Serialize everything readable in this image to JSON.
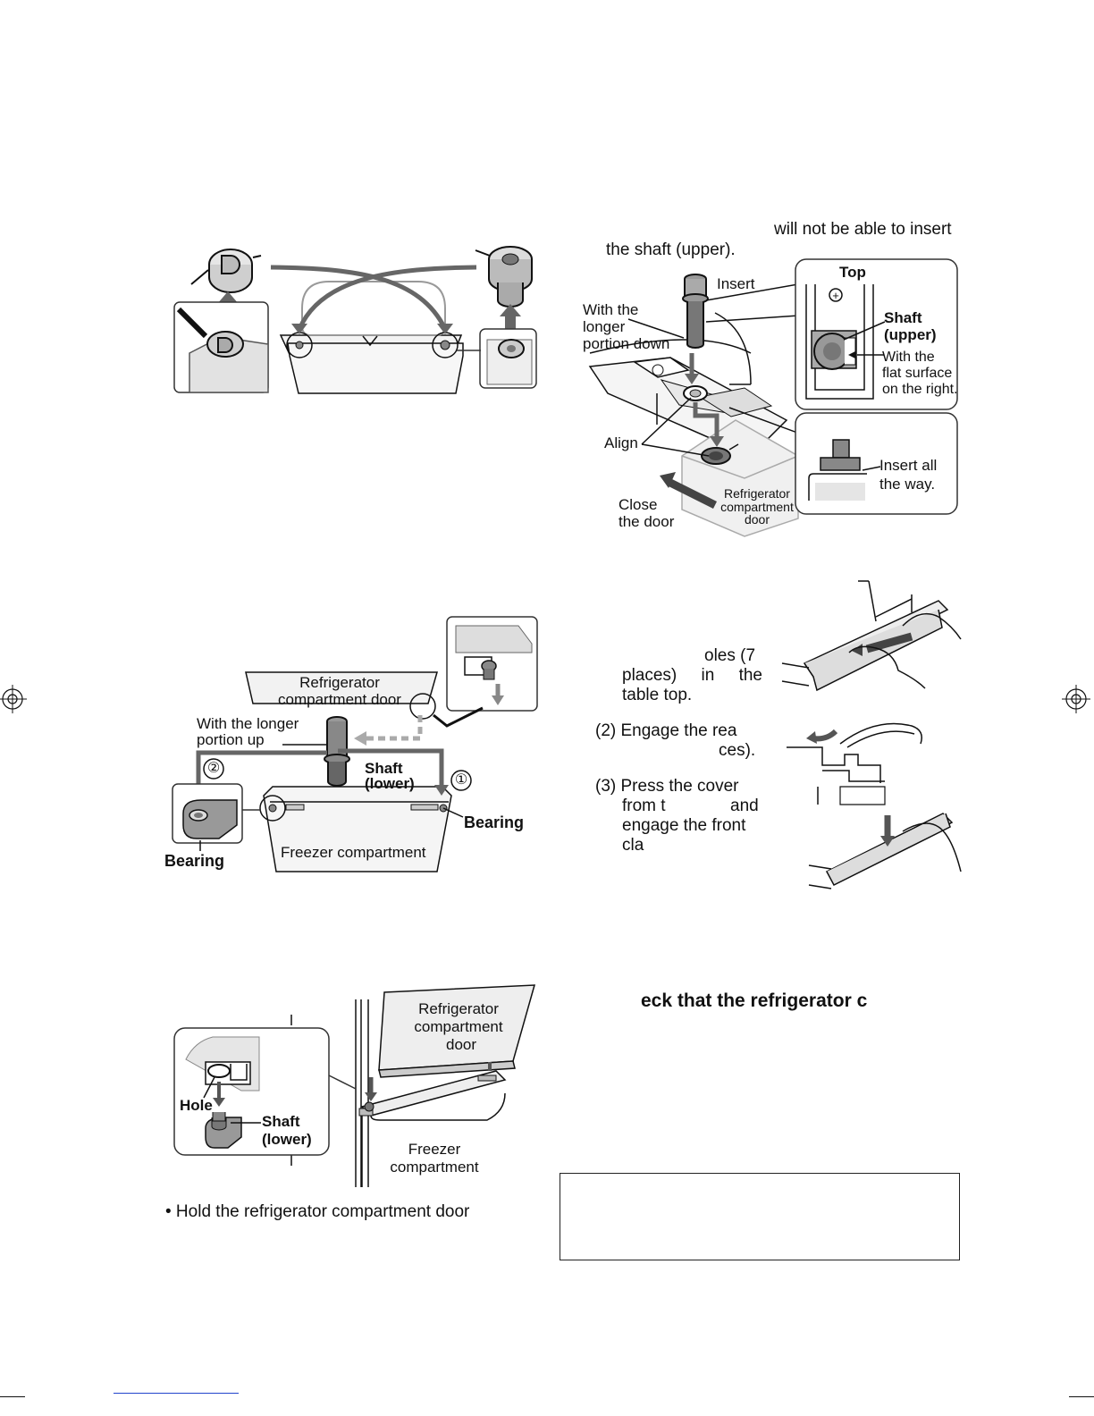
{
  "colors": {
    "ink": "#111111",
    "gray_dark": "#555555",
    "gray_mid": "#888888",
    "gray_light": "#d9d9d9",
    "box_stroke": "#333333",
    "link_blue": "#2244cc"
  },
  "fig_cover": {},
  "fig_top_right": {
    "intro_line1": "will not be able to insert",
    "intro_line2": "the shaft (upper).",
    "insert": "Insert",
    "with_longer_portion_down": [
      "With the",
      "longer",
      "portion down"
    ],
    "align": "Align",
    "close_the_door": [
      "Close",
      "the door"
    ],
    "refrigerator_compartment_door": [
      "Refrigerator",
      "compartment",
      "door"
    ],
    "inset_top": {
      "title": "Top",
      "shaft_upper": [
        "Shaft",
        "(upper)"
      ],
      "flat_surface": [
        "With the",
        "flat surface",
        "on the right."
      ]
    },
    "inset_insert": [
      "Insert all",
      "the way."
    ]
  },
  "fig_lower_shaft": {
    "refrigerator_compartment_door": [
      "Refrigerator",
      "compartment door"
    ],
    "with_longer_portion_up": [
      "With the longer",
      "portion up"
    ],
    "shaft_lower": [
      "Shaft",
      "(lower)"
    ],
    "step1": "①",
    "step2": "②",
    "bearing_right": "Bearing",
    "bearing_left": "Bearing",
    "freezer_compartment": "Freezer compartment"
  },
  "steps_cover": {
    "step1_partial": [
      "oles (7",
      "places)  in  the",
      "table top."
    ],
    "step2": [
      "(2) Engage the rea",
      "ces)."
    ],
    "step3": [
      "(3) Press the cover",
      "from t",
      "and",
      "engage the front",
      "cla"
    ]
  },
  "fig_mount_door": {
    "refrigerator_compartment_door": [
      "Refrigerator",
      "compartment",
      "door"
    ],
    "hole": "Hole",
    "shaft_lower": [
      "Shaft",
      "(lower)"
    ],
    "freezer_compartment": [
      "Freezer",
      "compartment"
    ]
  },
  "hold_text": "• Hold the refrigerator compartment door",
  "check_heading": "eck that the refrigerator c"
}
